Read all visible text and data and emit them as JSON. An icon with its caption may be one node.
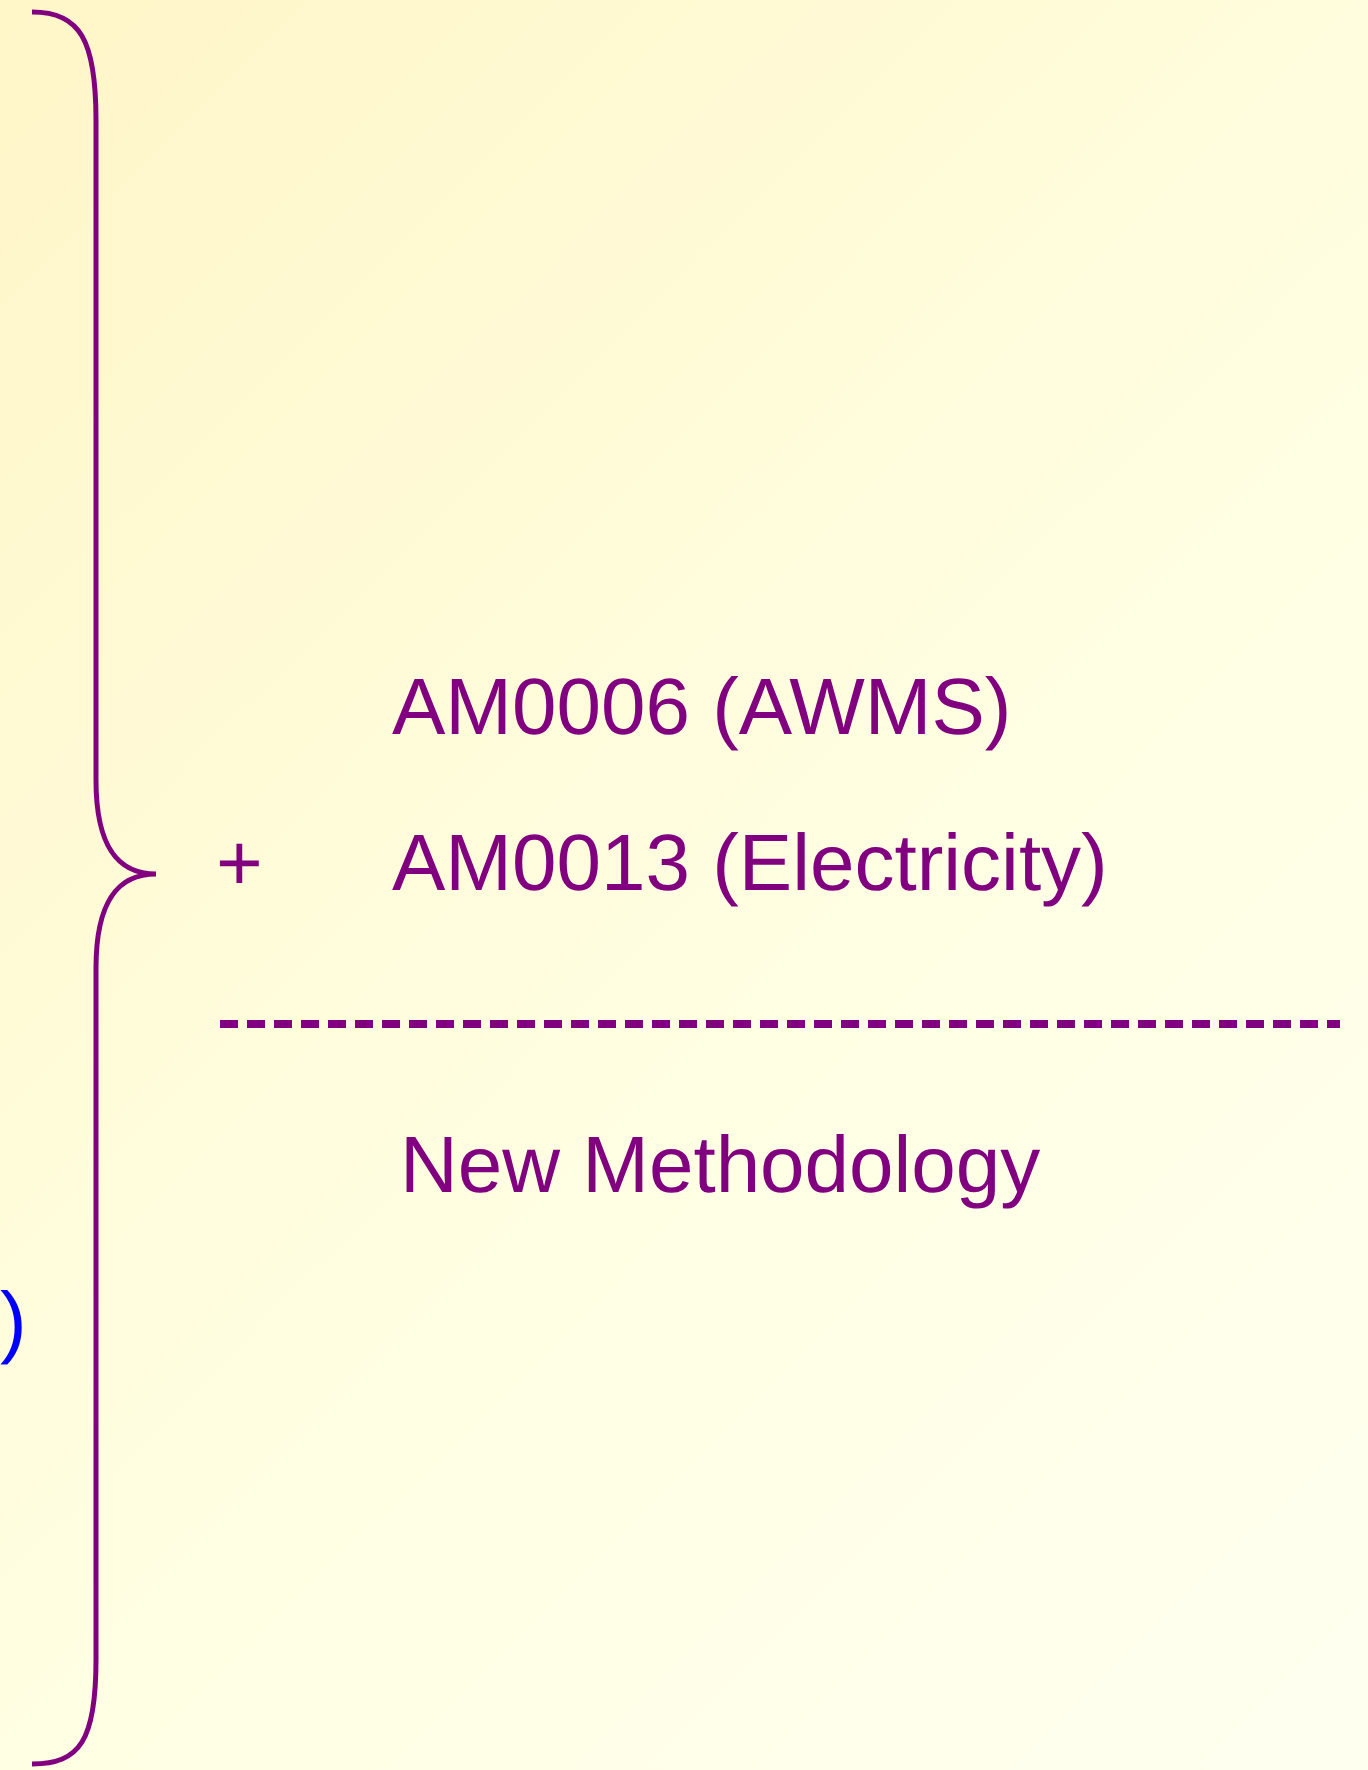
{
  "diagram": {
    "labels": [
      ")",
      "AM0006 (AWMS)",
      "+",
      "AM0013 (Electricity)",
      "New Methodology"
    ]
  }
}
